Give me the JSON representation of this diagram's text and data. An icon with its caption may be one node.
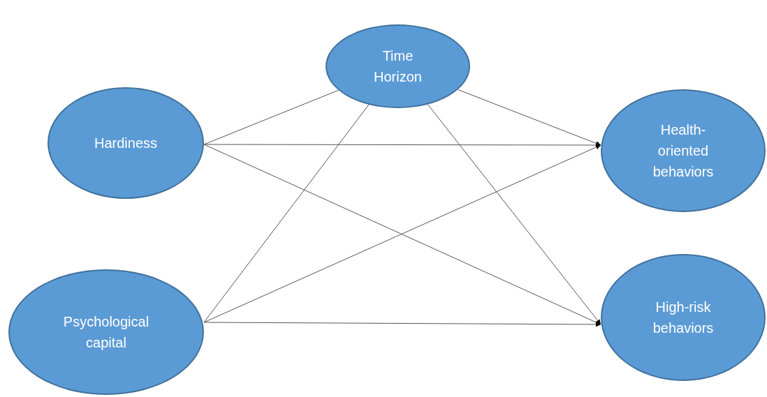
{
  "diagram": {
    "nodes": [
      {
        "text": [
          "Time Horizon"
        ]
      },
      {
        "text": [
          "Hardiness"
        ]
      },
      {
        "text": [
          "Health- oriented behaviors"
        ]
      },
      {
        "text": [
          "Psychological capital"
        ]
      },
      {
        "text": [
          "High-risk behaviors"
        ]
      }
    ],
    "edges": [
      {
        "from": 1,
        "to": 0,
        "arrow": "none"
      },
      {
        "from": 1,
        "to": 2,
        "arrow": "to"
      },
      {
        "from": 1,
        "to": 4,
        "arrow": "to"
      },
      {
        "from": 0,
        "to": 2,
        "arrow": "to"
      },
      {
        "from": 0,
        "to": 4,
        "arrow": "to"
      },
      {
        "from": 3,
        "to": 0,
        "arrow": "none"
      },
      {
        "from": 3,
        "to": 2,
        "arrow": "to"
      },
      {
        "from": 3,
        "to": 4,
        "arrow": "to"
      }
    ]
  }
}
